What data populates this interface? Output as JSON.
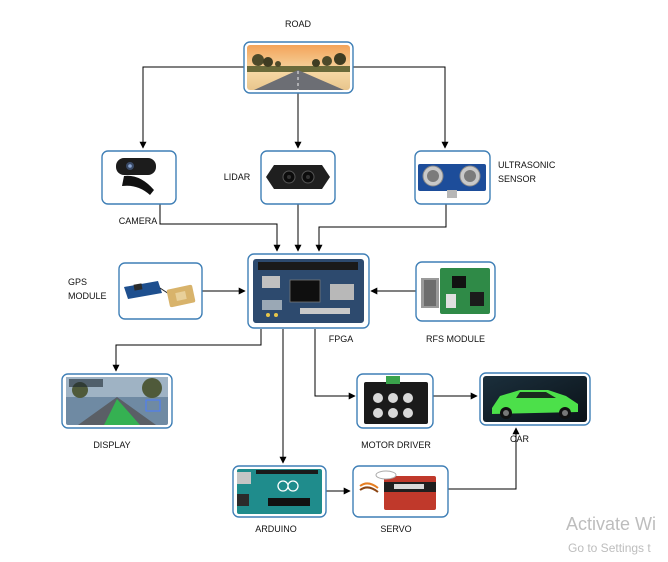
{
  "diagram": {
    "nodes": {
      "road": {
        "label": "ROAD",
        "icon": "road-photo"
      },
      "camera": {
        "label": "CAMERA",
        "icon": "webcam-photo"
      },
      "lidar": {
        "label": "LIDAR",
        "icon": "lidar-sensor-photo"
      },
      "ultrasonic": {
        "label_line1": "ULTRASONIC",
        "label_line2": "SENSOR",
        "icon": "ultrasonic-sensor-photo"
      },
      "gps": {
        "label_line1": "GPS",
        "label_line2": "MODULE",
        "icon": "gps-module-photo"
      },
      "fpga": {
        "label": "FPGA",
        "icon": "fpga-board-photo"
      },
      "rfs": {
        "label": "RFS MODULE",
        "icon": "rf-module-photo"
      },
      "display": {
        "label": "DISPLAY",
        "icon": "lane-detection-display-photo"
      },
      "motor_driver": {
        "label": "MOTOR DRIVER",
        "icon": "motor-driver-photo"
      },
      "car": {
        "label": "CAR",
        "icon": "green-car-photo"
      },
      "arduino": {
        "label": "ARDUINO",
        "icon": "arduino-board-photo"
      },
      "servo": {
        "label": "SERVO",
        "icon": "servo-motor-photo"
      }
    },
    "edges": [
      [
        "road",
        "camera"
      ],
      [
        "road",
        "lidar"
      ],
      [
        "road",
        "ultrasonic"
      ],
      [
        "camera",
        "fpga"
      ],
      [
        "lidar",
        "fpga"
      ],
      [
        "ultrasonic",
        "fpga"
      ],
      [
        "gps",
        "fpga"
      ],
      [
        "rfs",
        "fpga"
      ],
      [
        "fpga",
        "display"
      ],
      [
        "fpga",
        "motor_driver"
      ],
      [
        "fpga",
        "arduino"
      ],
      [
        "motor_driver",
        "car"
      ],
      [
        "arduino",
        "servo"
      ],
      [
        "servo",
        "car"
      ]
    ]
  },
  "watermark": {
    "title": "Activate Wi",
    "subtitle": "Go to Settings t"
  },
  "colors": {
    "box_border": "#3f7fb6",
    "arrow": "#000000",
    "watermark": "#bdbdbd"
  }
}
